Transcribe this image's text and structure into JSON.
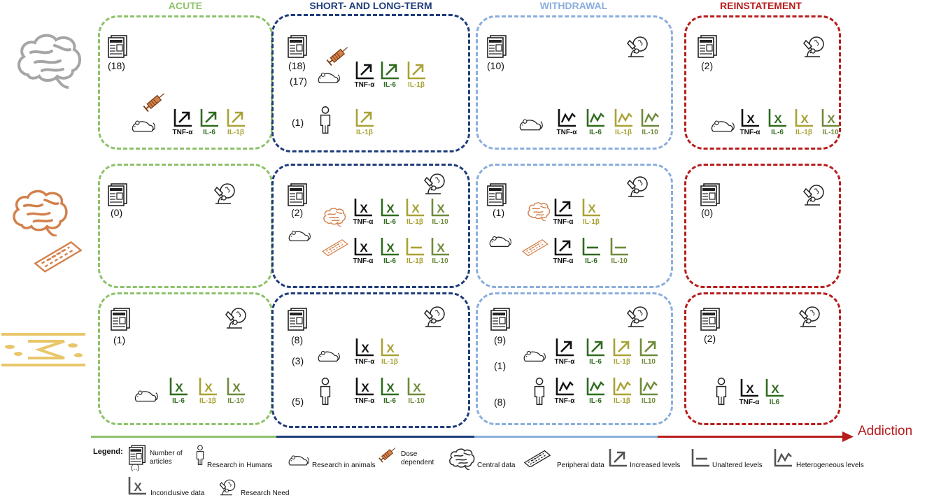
{
  "columns": [
    {
      "title": "ACUTE",
      "color": "#8dc26b"
    },
    {
      "title": "SHORT- AND LONG-TERM",
      "color": "#1f3d7a"
    },
    {
      "title": "WITHDRAWAL",
      "color": "#8aaedc"
    },
    {
      "title": "REINSTATEMENT",
      "color": "#b81d1d"
    }
  ],
  "colors": {
    "tnf": "#111111",
    "il6": "#2f6b1f",
    "il1b": "#a9a235",
    "il10": "#6f8a3b",
    "orange": "#d2804a",
    "yellow": "#e8c76a"
  },
  "labels": {
    "tnf": "TNF-α",
    "il6": "IL-6",
    "il1b": "IL-1β",
    "il10": "IL-10",
    "il10b": "IL10",
    "il6b": "IL6"
  },
  "counts": {
    "r1c1": "(18)",
    "r1c2a": "(18)",
    "r1c2b": "(17)",
    "r1c2c": "(1)",
    "r1c3": "(10)",
    "r1c4": "(2)",
    "r2c1": "(0)",
    "r2c2": "(2)",
    "r2c3": "(1)",
    "r2c4": "(0)",
    "r3c1": "(1)",
    "r3c2a": "(8)",
    "r3c2b": "(3)",
    "r3c2c": "(5)",
    "r3c3a": "(9)",
    "r3c3b": "(1)",
    "r3c3c": "(8)",
    "r3c4": "(2)"
  },
  "axis": {
    "label": "Addiction"
  },
  "legend": {
    "title": "Legend:",
    "articles": "Number of articles",
    "articles_sub": "(..)",
    "humans": "Research in Humans",
    "animals": "Research in animals",
    "dose": "Dose dependent",
    "central": "Central data",
    "peripheral": "Peripheral data",
    "increased": "Increased levels",
    "unaltered": "Unaltered levels",
    "heterogeneous": "Heterogeneous levels",
    "inconclusive": "Inconclusive data",
    "need": "Research Need"
  }
}
